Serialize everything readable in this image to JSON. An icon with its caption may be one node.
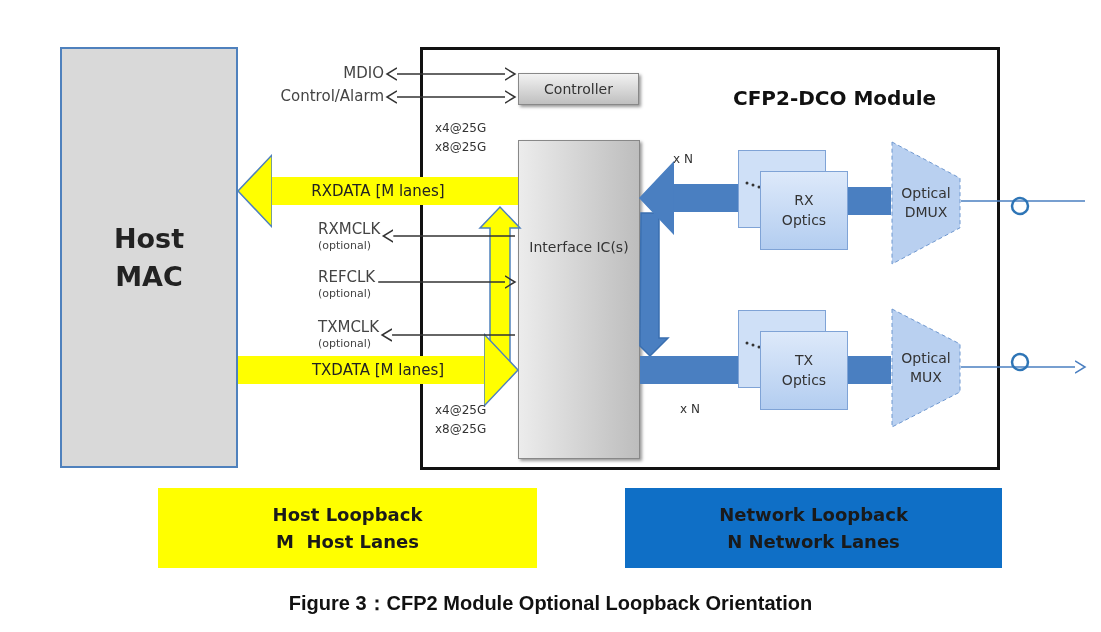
{
  "diagram": {
    "caption": "Figure 3：CFP2 Module Optional Loopback Orientation",
    "nodes": [
      {
        "text": [
          "Host MAC"
        ]
      },
      {
        "text": [
          "CFP2-DCO Module"
        ]
      },
      {
        "text": [
          "Controller"
        ],
        "in": 1
      },
      {
        "text": [
          "Interface IC(s)"
        ],
        "in": 1
      },
      {
        "text": [
          "RX Optics"
        ],
        "in": 1
      },
      {
        "text": [
          "TX Optics"
        ],
        "in": 1
      },
      {
        "text": [
          "Optical DMUX"
        ],
        "in": 1
      },
      {
        "text": [
          "Optical MUX"
        ],
        "in": 1
      },
      {
        "text": [
          "Host Loopback",
          "M  Host Lanes"
        ]
      },
      {
        "text": [
          "Network Loopback",
          "N Network Lanes"
        ]
      },
      {
        "text": [
          "MDIO"
        ]
      },
      {
        "text": [
          "Control/Alarm"
        ]
      },
      {
        "text": [
          "RXMCLK",
          "(optional)"
        ]
      },
      {
        "text": [
          "REFCLK",
          "(optional)"
        ]
      },
      {
        "text": [
          "TXMCLK",
          "(optional)"
        ]
      }
    ],
    "edges": [
      {
        "from": 10,
        "to": 2,
        "arrow": "both",
        "color": "#333333"
      },
      {
        "from": 11,
        "to": 2,
        "arrow": "both",
        "color": "#333333"
      },
      {
        "from": 3,
        "to": 0,
        "arrow": "to",
        "label": "RXDATA [M lanes]",
        "style": "thick",
        "color": "#ffff00"
      },
      {
        "from": 0,
        "to": 3,
        "arrow": "to",
        "label": "TXDATA [M lanes]",
        "style": "thick",
        "color": "#ffff00"
      },
      {
        "from": 3,
        "to": 12,
        "arrow": "to",
        "color": "#333333"
      },
      {
        "from": 13,
        "to": 3,
        "arrow": "to",
        "color": "#333333"
      },
      {
        "from": 3,
        "to": 14,
        "arrow": "to",
        "color": "#333333"
      },
      {
        "from": 6,
        "to": 4,
        "arrow": "none",
        "style": "thick",
        "color": "#4a7fc1"
      },
      {
        "from": 4,
        "to": 3,
        "arrow": "to",
        "style": "thick",
        "color": "#4a7fc1"
      },
      {
        "from": 3,
        "to": 5,
        "arrow": "none",
        "style": "thick",
        "color": "#4a7fc1"
      },
      {
        "from": 5,
        "to": 7,
        "arrow": "none",
        "style": "thick",
        "color": "#4a7fc1"
      },
      {
        "from": null,
        "to": 6,
        "arrow": "none",
        "color": "#4a7fc1"
      },
      {
        "from": 7,
        "to": null,
        "arrow": "to",
        "color": "#4a7fc1"
      }
    ],
    "labels": [
      "x4@25G",
      "x8@25G",
      "x N",
      "x N",
      "x4@25G",
      "x8@25G"
    ]
  }
}
